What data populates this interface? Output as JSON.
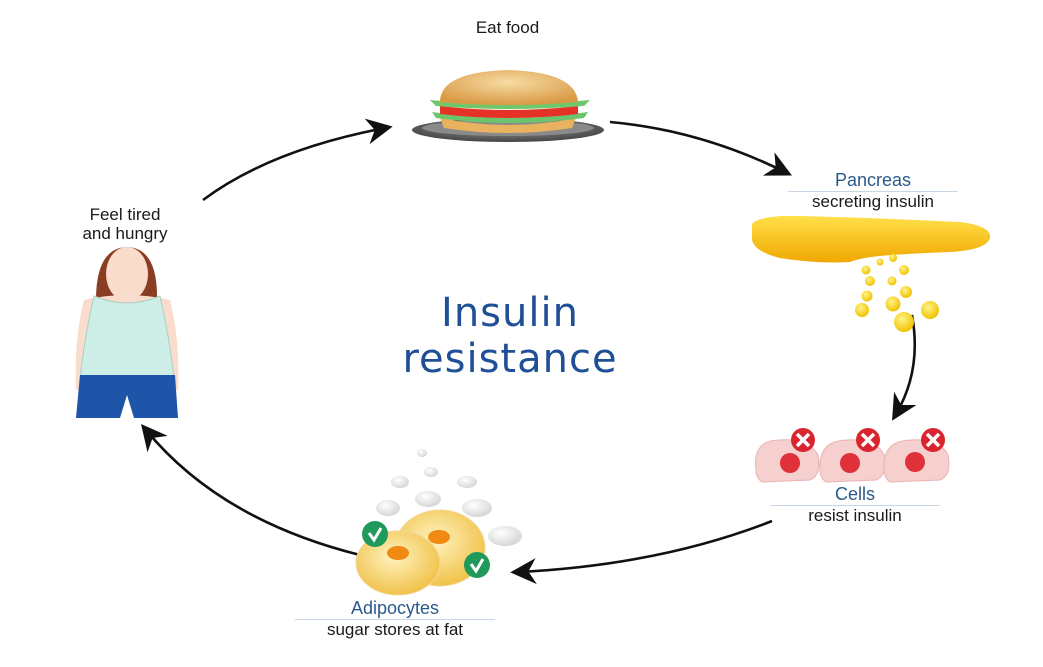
{
  "title": {
    "line1": "Insulin",
    "line2": "resistance"
  },
  "stages": [
    {
      "id": "eat",
      "heading": "Eat food",
      "subtext": "",
      "icon": "burger-icon"
    },
    {
      "id": "pancreas",
      "heading": "Pancreas",
      "subtext": "secreting insulin",
      "icon": "pancreas-icon"
    },
    {
      "id": "cells",
      "heading": "Cells",
      "subtext": "resist insulin",
      "icon": "cells-icon",
      "marker": "x-mark"
    },
    {
      "id": "adipocytes",
      "heading": "Adipocytes",
      "subtext": "sugar stores at fat",
      "icon": "adipocytes-icon",
      "marker": "check-mark"
    },
    {
      "id": "tired",
      "heading": "Feel tired",
      "subtext": "and hungry",
      "icon": "woman-icon"
    }
  ],
  "colors": {
    "title": "#1f4f96",
    "heading_blue": "#2a5a8c",
    "arrow": "#111111",
    "insulin_yellow": "#f5c400",
    "cell_pink": "#f6cfcf",
    "nucleus_red": "#e0303a",
    "x_badge": "#d9252f",
    "check_badge": "#1f9a5a",
    "fat_yellow": "#fbe08a"
  }
}
